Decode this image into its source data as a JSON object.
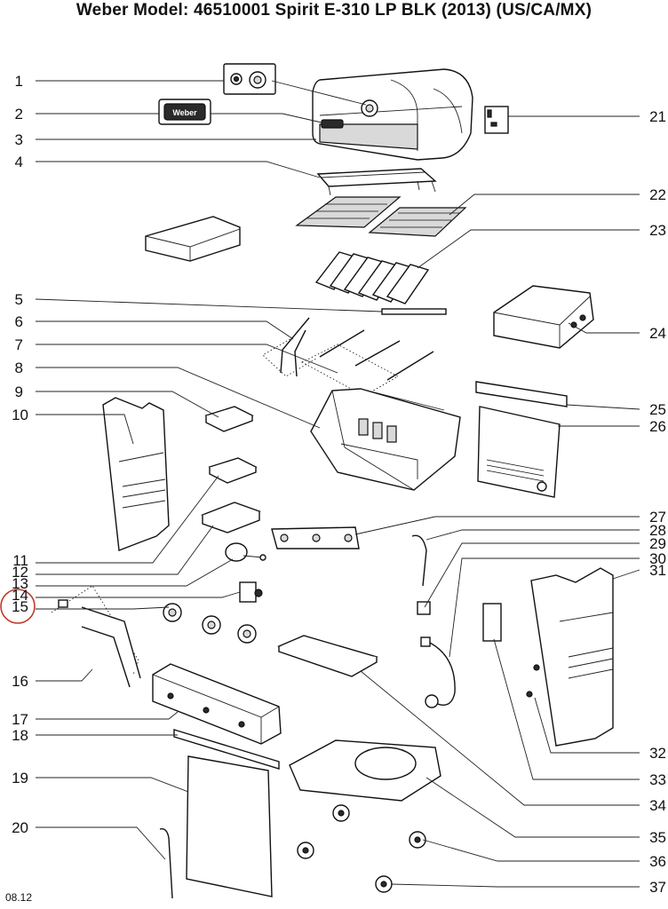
{
  "title": "Weber Model: 46510001 Spirit E-310 LP BLK (2013) (US/CA/MX)",
  "version": "08.12",
  "highlight_color": "#c0392b",
  "callouts_left": [
    "1",
    "2",
    "3",
    "4",
    "5",
    "6",
    "7",
    "8",
    "9",
    "10",
    "11",
    "12",
    "13",
    "14",
    "15",
    "16",
    "17",
    "18",
    "19",
    "20"
  ],
  "callouts_right": [
    "21",
    "22",
    "23",
    "24",
    "25",
    "26",
    "27",
    "28",
    "29",
    "30",
    "31",
    "32",
    "33",
    "34",
    "35",
    "36",
    "37"
  ],
  "highlighted_callout": "15",
  "logo_text": "Weber"
}
